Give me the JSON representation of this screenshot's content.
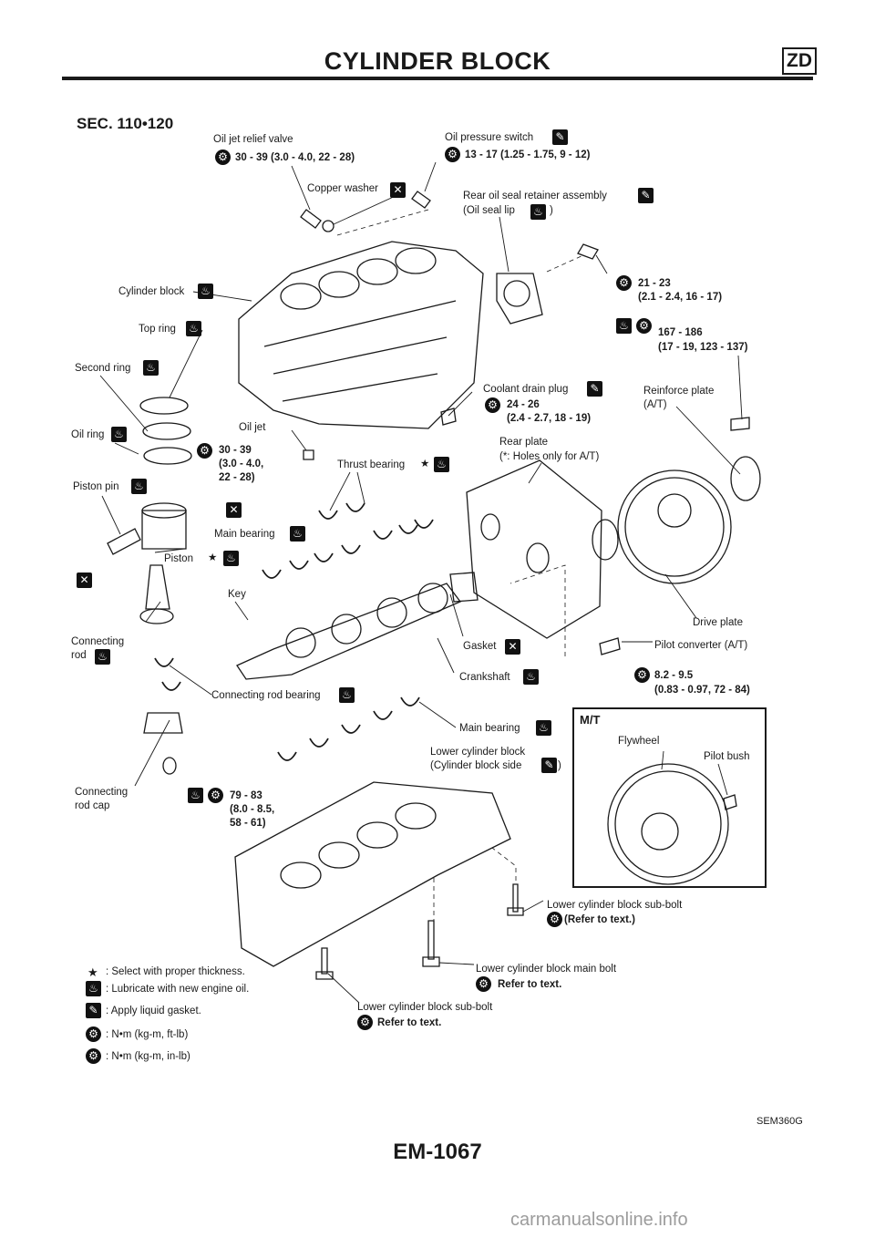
{
  "header": {
    "title": "CYLINDER BLOCK",
    "badge": "ZD"
  },
  "section": "SEC. 110•120",
  "labels": {
    "oil_jet_relief_valve": "Oil jet relief valve",
    "oil_jet_relief_valve_torque": "30 - 39 (3.0 - 4.0, 22 - 28)",
    "copper_washer": "Copper washer",
    "oil_pressure_switch": "Oil pressure switch",
    "oil_pressure_switch_torque": "13 - 17 (1.25 - 1.75, 9 - 12)",
    "rear_oil_seal_retainer": "Rear oil seal retainer assembly",
    "oil_seal_lip": "(Oil seal lip",
    "oil_seal_lip_close": ")",
    "retainer_torque_1": "21 - 23",
    "retainer_torque_2": "(2.1 - 2.4, 16 - 17)",
    "cylinder_block": "Cylinder block",
    "top_ring": "Top ring",
    "second_ring": "Second ring",
    "oil_ring": "Oil ring",
    "piston_pin": "Piston pin",
    "flywheel_bolt_torque_1": "167 - 186",
    "flywheel_bolt_torque_2": "(17 - 19, 123 - 137)",
    "coolant_drain_plug": "Coolant drain plug",
    "coolant_torque_1": "24 - 26",
    "coolant_torque_2": "(2.4 - 2.7, 18 - 19)",
    "reinforce_plate_1": "Reinforce plate",
    "reinforce_plate_2": "(A/T)",
    "oil_jet": "Oil jet",
    "oil_jet_torque_1": "30 - 39",
    "oil_jet_torque_2": "(3.0 - 4.0,",
    "oil_jet_torque_3": "22 - 28)",
    "thrust_bearing": "Thrust bearing",
    "rear_plate_1": "Rear plate",
    "rear_plate_2": "(*: Holes only for A/T)",
    "main_bearing_upper": "Main bearing",
    "piston": "Piston",
    "key": "Key",
    "connecting_rod_1": "Connecting",
    "connecting_rod_2": "rod",
    "gasket": "Gasket",
    "crankshaft": "Crankshaft",
    "drive_plate": "Drive plate",
    "pilot_converter": "Pilot converter (A/T)",
    "pilot_converter_torque_1": "8.2 - 9.5",
    "pilot_converter_torque_2": "(0.83 - 0.97, 72 - 84)",
    "connecting_rod_bearing": "Connecting rod bearing",
    "main_bearing_lower": "Main bearing",
    "lower_block_1": "Lower cylinder block",
    "lower_block_2": "(Cylinder block side",
    "lower_block_close": ")",
    "connecting_rod_cap_1": "Connecting",
    "connecting_rod_cap_2": "rod cap",
    "rod_cap_torque_1": "79 - 83",
    "rod_cap_torque_2": "(8.0 - 8.5,",
    "rod_cap_torque_3": "58 - 61)",
    "flywheel": "Flywheel",
    "pilot_bush": "Pilot bush",
    "sub_bolt_right": "Lower cylinder block sub-bolt",
    "sub_bolt_right_torque": "(Refer to text.)",
    "main_bolt": "Lower cylinder block main bolt",
    "main_bolt_torque": "Refer to text.",
    "sub_bolt_bottom": "Lower cylinder block sub-bolt",
    "sub_bolt_bottom_torque": "Refer to text."
  },
  "mt_box": {
    "title": "M/T"
  },
  "legend": [
    {
      "symbol": "★",
      "text": ": Select with proper thickness."
    },
    {
      "symbol": "oil-can-icon",
      "text": ": Lubricate with new engine oil."
    },
    {
      "symbol": "liquid-gasket-icon",
      "text": ": Apply liquid gasket."
    },
    {
      "symbol": "torque-wrench-icon",
      "text": ": N•m (kg-m, ft-lb)"
    },
    {
      "symbol": "torque-wrench-small-icon",
      "text": ": N•m (kg-m, in-lb)"
    }
  ],
  "figure_code": "SEM360G",
  "page_number": "EM-1067",
  "watermark": "carmanualsonline.info",
  "colors": {
    "ink": "#1a1a1a",
    "watermark": "#9c9c9c"
  }
}
